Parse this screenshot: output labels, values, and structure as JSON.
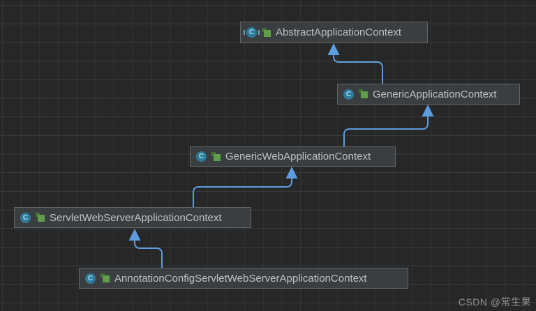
{
  "diagram": {
    "nodes": [
      {
        "id": "abstract-application-context",
        "label": "AbstractApplicationContext",
        "class_icon": "abstract-class-icon",
        "modifier_icon": "key-icon",
        "icon_letter": "C"
      },
      {
        "id": "generic-application-context",
        "label": "GenericApplicationContext",
        "class_icon": "class-icon",
        "modifier_icon": "key-icon",
        "icon_letter": "C"
      },
      {
        "id": "generic-web-application-context",
        "label": "GenericWebApplicationContext",
        "class_icon": "class-icon",
        "modifier_icon": "key-icon",
        "icon_letter": "C"
      },
      {
        "id": "servlet-web-server-application-context",
        "label": "ServletWebServerApplicationContext",
        "class_icon": "class-icon",
        "modifier_icon": "key-icon",
        "icon_letter": "C"
      },
      {
        "id": "annotation-config-servlet-web-server-application-context",
        "label": "AnnotationConfigServletWebServerApplicationContext",
        "class_icon": "class-icon",
        "modifier_icon": "key-icon",
        "icon_letter": "C"
      }
    ],
    "edges": [
      {
        "from": "GenericApplicationContext",
        "to": "AbstractApplicationContext"
      },
      {
        "from": "GenericWebApplicationContext",
        "to": "GenericApplicationContext"
      },
      {
        "from": "ServletWebServerApplicationContext",
        "to": "GenericWebApplicationContext"
      },
      {
        "from": "AnnotationConfigServletWebServerApplicationContext",
        "to": "ServletWebServerApplicationContext"
      }
    ],
    "colors": {
      "background": "#272727",
      "grid_line": "#3c3c3c",
      "node_background": "#3b3e40",
      "node_border": "#616568",
      "node_text": "#bdc0c3",
      "edge_blue": "#5d9ce0",
      "class_icon_teal": "#2e7b9b",
      "key_icon_green": "#5f9e4a"
    }
  },
  "watermark": {
    "text": "CSDN @常生果"
  }
}
